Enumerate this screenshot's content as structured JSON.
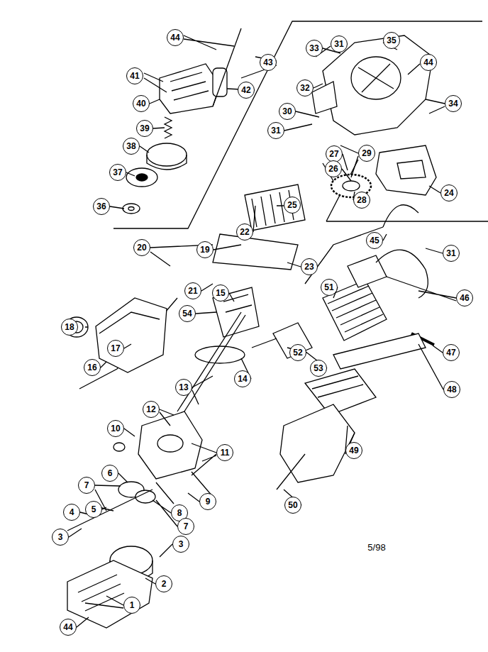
{
  "diagram": {
    "labels": [
      "44",
      "31",
      "33",
      "35",
      "43",
      "44",
      "41",
      "32",
      "34",
      "40",
      "42",
      "30",
      "31",
      "39",
      "29",
      "27",
      "38",
      "26",
      "28",
      "25",
      "24",
      "37",
      "36",
      "22",
      "45",
      "31",
      "20",
      "19",
      "23",
      "21",
      "15",
      "51",
      "46",
      "18",
      "54",
      "17",
      "52",
      "53",
      "47",
      "16",
      "14",
      "13",
      "48",
      "12",
      "10",
      "11",
      "49",
      "7",
      "6",
      "9",
      "5",
      "8",
      "4",
      "7",
      "50",
      "3",
      "3",
      "2",
      "1",
      "44",
      "5/98"
    ]
  }
}
